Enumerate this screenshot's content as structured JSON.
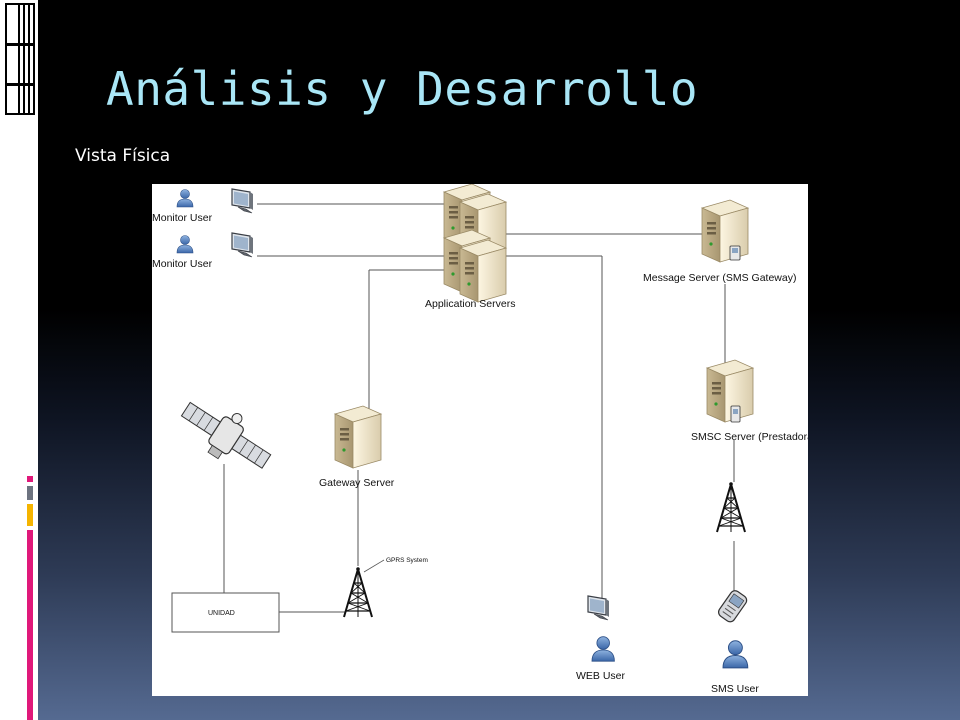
{
  "slide": {
    "title": "Análisis y Desarrollo",
    "subtitle": "Vista Física"
  },
  "diagram": {
    "labels": {
      "monitor_user_1": "Monitor User",
      "monitor_user_2": "Monitor User",
      "application_servers": "Application Servers",
      "message_server": "Message Server (SMS Gateway)",
      "smsc_server": "SMSC Server (Prestadora)",
      "gateway_server": "Gateway Server",
      "gprs_system": "GPRS System",
      "unidad": "UNIDAD",
      "web_user": "WEB User",
      "sms_user": "SMS User"
    }
  },
  "colors": {
    "title": "#a9e6f6",
    "accent_magenta": "#e0187a",
    "accent_gray": "#6d7380",
    "accent_yellow": "#f5b400"
  }
}
